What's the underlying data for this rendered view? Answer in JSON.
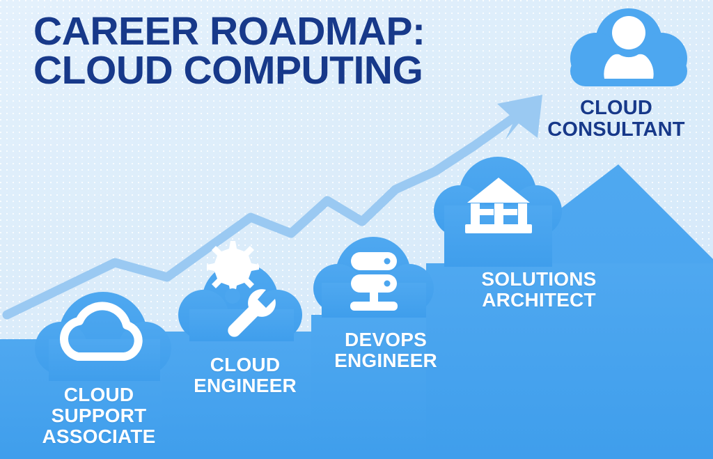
{
  "title": {
    "line1": "CAREER ROADMAP:",
    "line2": "CLOUD COMPUTING",
    "color": "#17398a"
  },
  "theme": {
    "sky_top": "#e4f1fc",
    "sky_bottom": "#d3e8fa",
    "ground": "#42a0ed",
    "ground_light": "#62b1f2",
    "mountain": "#4aa4ee",
    "trend_line": "#9ac9f2",
    "icon_fill": "#ffffff",
    "label_white": "#ffffff",
    "label_navy": "#17398a"
  },
  "roadmap": {
    "steps": [
      {
        "index": 1,
        "label": "CLOUD\nSUPPORT\nASSOCIATE",
        "icon": "cloud-outline-icon",
        "label_color": "white"
      },
      {
        "index": 2,
        "label": "CLOUD\nENGINEER",
        "icon": "gear-wrench-icon",
        "label_color": "white"
      },
      {
        "index": 3,
        "label": "DEVOPS\nENGINEER",
        "icon": "server-rack-icon",
        "label_color": "white"
      },
      {
        "index": 4,
        "label": "SOLUTIONS\nARCHITECT",
        "icon": "bank-building-icon",
        "label_color": "white"
      },
      {
        "index": 5,
        "label": "CLOUD\nCONSULTANT",
        "icon": "person-avatar-icon",
        "label_color": "navy"
      }
    ]
  },
  "decor": {
    "growth_arrow": "upward-trend-arrow",
    "mountain": "mountain-peak"
  }
}
